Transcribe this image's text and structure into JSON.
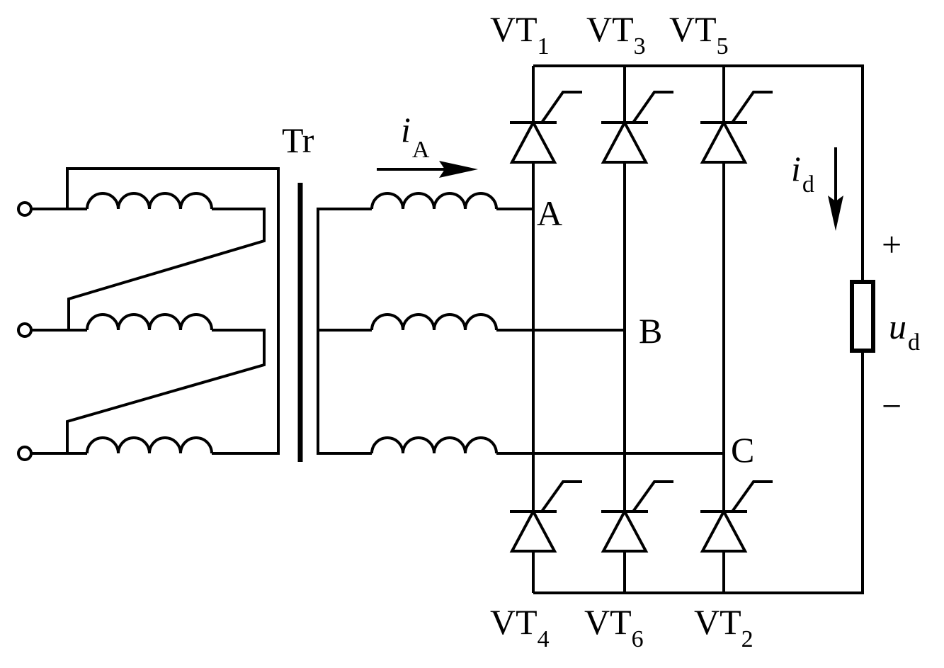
{
  "transformer": {
    "label": "Tr"
  },
  "current_ia": {
    "symbol": "i",
    "subscript": "A"
  },
  "current_id": {
    "symbol": "i",
    "subscript": "d"
  },
  "voltage_ud": {
    "symbol": "u",
    "subscript": "d",
    "plus": "+",
    "minus": "−"
  },
  "nodes": {
    "a": "A",
    "b": "B",
    "c": "C"
  },
  "thyristors": {
    "vt1": {
      "base": "VT",
      "sub": "1"
    },
    "vt3": {
      "base": "VT",
      "sub": "3"
    },
    "vt5": {
      "base": "VT",
      "sub": "5"
    },
    "vt4": {
      "base": "VT",
      "sub": "4"
    },
    "vt6": {
      "base": "VT",
      "sub": "6"
    },
    "vt2": {
      "base": "VT",
      "sub": "2"
    }
  }
}
